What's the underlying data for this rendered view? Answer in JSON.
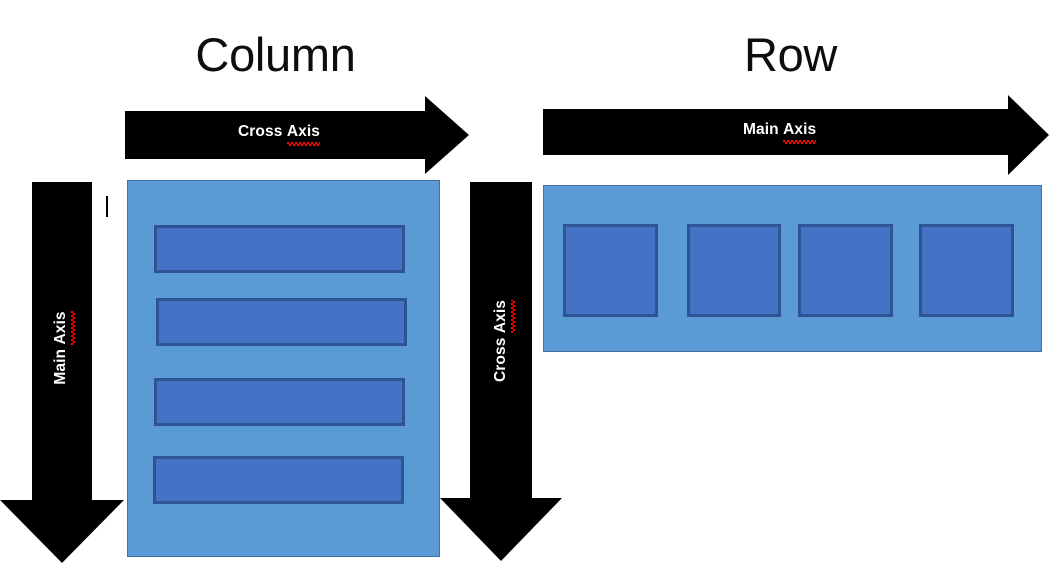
{
  "diagram": {
    "titles": {
      "column": "Column",
      "row": "Row"
    },
    "colors": {
      "container_fill": "#5B9BD5",
      "container_border": "#41719C",
      "item_fill": "#4472C4",
      "item_border": "#2E5496",
      "arrow_fill": "#000000",
      "arrow_label_color": "#ffffff",
      "spellcheck_underline": "#ff0000",
      "background": "#ffffff"
    },
    "arrows": [
      {
        "id": "column-cross-axis",
        "label_prefix": "Cross ",
        "label_word": "Axis",
        "full_label": "Cross Axis",
        "direction": "right",
        "belongs_to": "Column"
      },
      {
        "id": "column-main-axis",
        "label_prefix": "Main ",
        "label_word": "Axis",
        "full_label": "Main Axis",
        "direction": "down",
        "belongs_to": "Column"
      },
      {
        "id": "row-main-axis",
        "label_prefix": "Main ",
        "label_word": "Axis",
        "full_label": "Main Axis",
        "direction": "right",
        "belongs_to": "Row"
      },
      {
        "id": "row-cross-axis",
        "label_prefix": "Cross ",
        "label_word": "Axis",
        "full_label": "Cross Axis",
        "direction": "down",
        "belongs_to": "Row"
      }
    ],
    "column_container": {
      "item_count": 4,
      "item_orientation": "horizontal-bars-stacked-vertically",
      "items": [
        {
          "index": 1
        },
        {
          "index": 2
        },
        {
          "index": 3
        },
        {
          "index": 4
        }
      ]
    },
    "row_container": {
      "item_count": 4,
      "item_orientation": "squares-arranged-horizontally",
      "items": [
        {
          "index": 1
        },
        {
          "index": 2
        },
        {
          "index": 3
        },
        {
          "index": 4
        }
      ]
    }
  }
}
